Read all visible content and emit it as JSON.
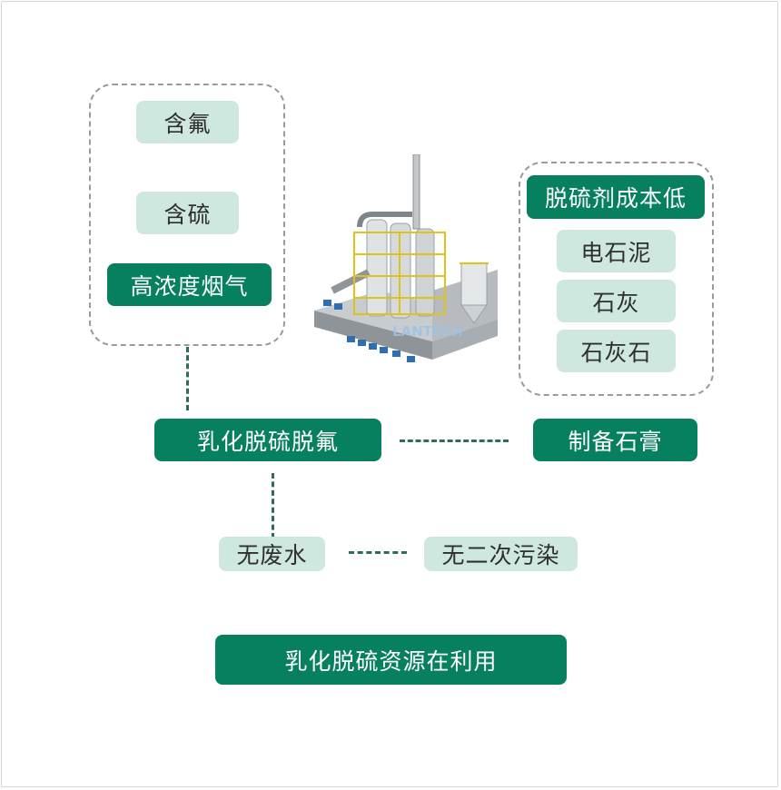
{
  "colors": {
    "dark_green": "#07805f",
    "light_green": "#cfe8df",
    "dashed_border": "#9a9a9a",
    "connector": "#2f6b55"
  },
  "inputs": {
    "fluorine": "含氟",
    "sulfur": "含硫",
    "high_conc_flue_gas": "高浓度烟气"
  },
  "desulfurizer": {
    "title": "脱硫剂成本低",
    "options": [
      "电石泥",
      "石灰",
      "石灰石"
    ]
  },
  "process": {
    "main": "乳化脱硫脱氟",
    "gypsum": "制备石膏"
  },
  "outcomes": {
    "no_wastewater": "无废水",
    "no_secondary_pollution": "无二次污染"
  },
  "footer": {
    "title": "乳化脱硫资源在利用"
  },
  "plant_image": {
    "icon": "desulfurization-plant-illustration",
    "watermark": "LANTECH"
  }
}
